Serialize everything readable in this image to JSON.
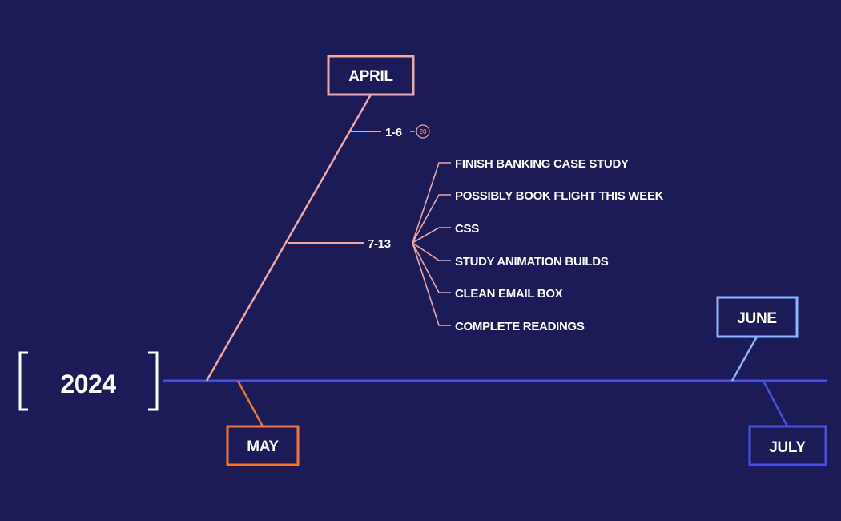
{
  "year": "2024",
  "months": {
    "april": "APRIL",
    "may": "MAY",
    "june": "JUNE",
    "july": "JULY"
  },
  "weeks": {
    "week1": {
      "label": "1-6",
      "badge": "20"
    },
    "week2": {
      "label": "7-13",
      "tasks": [
        "FINISH BANKING CASE STUDY",
        "POSSIBLY BOOK FLIGHT THIS WEEK",
        "CSS",
        "STUDY ANIMATION BUILDS",
        "CLEAN EMAIL BOX",
        "COMPLETE READINGS"
      ]
    }
  },
  "colors": {
    "background": "#1b1b58",
    "april": "#f2a7a3",
    "may": "#f0743a",
    "june": "#8fb3ff",
    "july": "#4b4fe0",
    "timeline": "#4b4fe0",
    "bracket": "#ffffff"
  }
}
